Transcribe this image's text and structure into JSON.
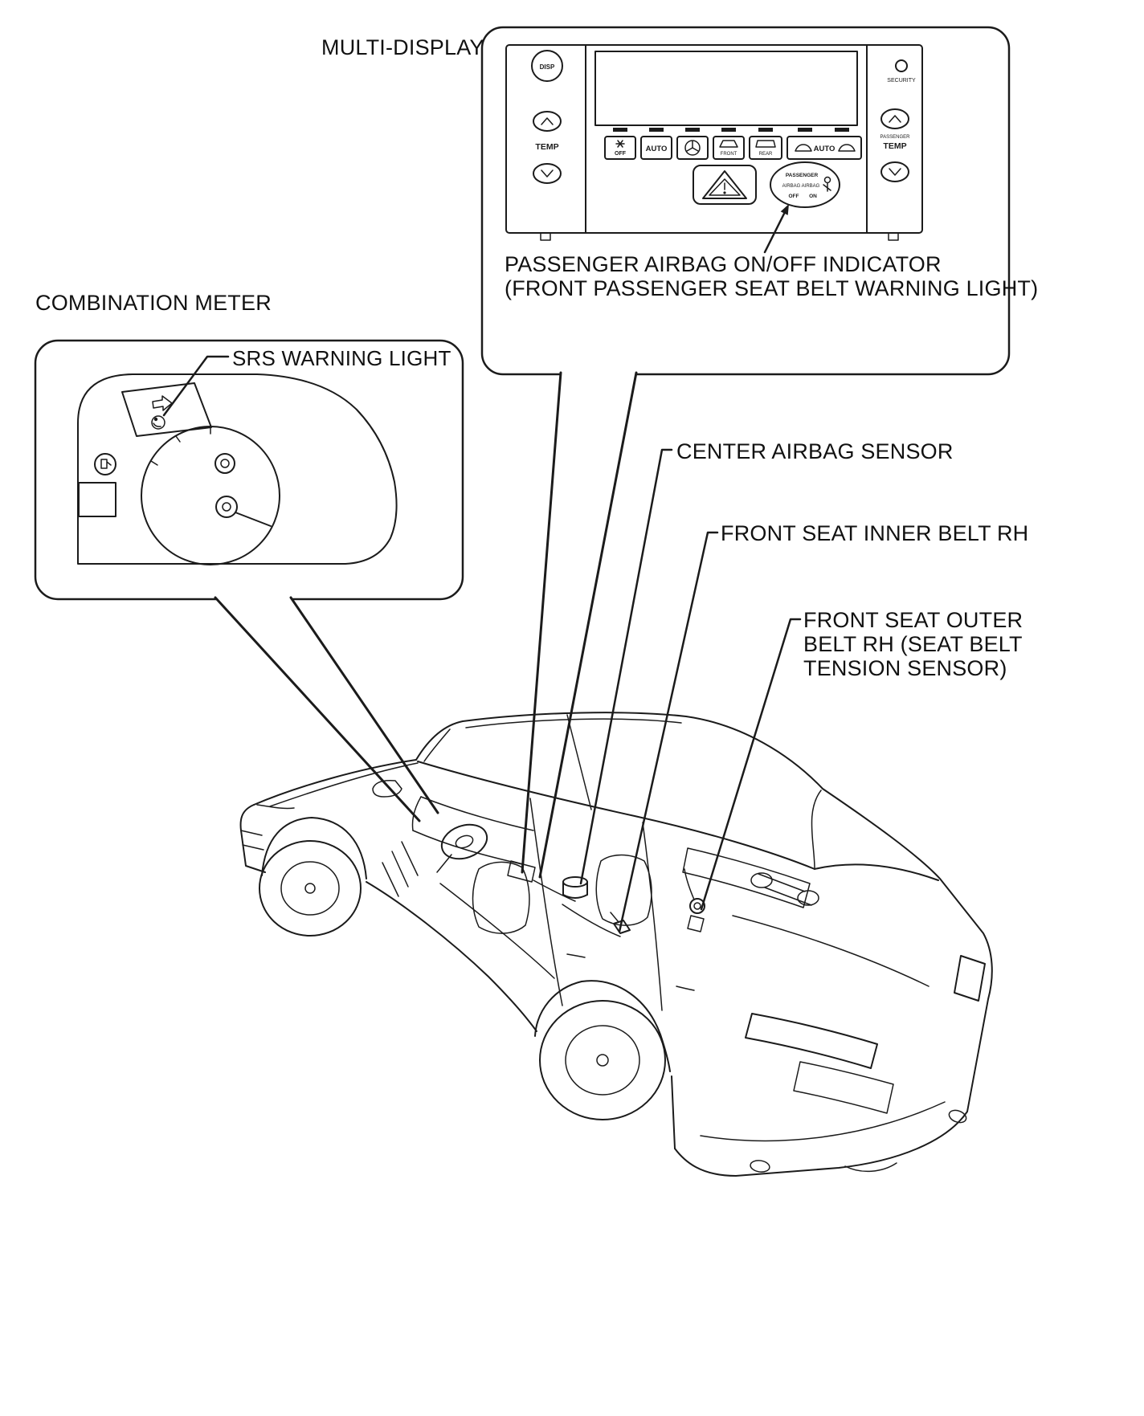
{
  "colors": {
    "line": "#1b1b1b",
    "background": "#ffffff"
  },
  "labels": {
    "multi_display": "MULTI-DISPLAY",
    "combination_meter": "COMBINATION METER",
    "srs_warning_light": "SRS WARNING LIGHT",
    "passenger_airbag_line1": "PASSENGER AIRBAG ON/OFF INDICATOR",
    "passenger_airbag_line2": "(FRONT PASSENGER SEAT BELT WARNING LIGHT)",
    "center_airbag_sensor": "CENTER AIRBAG SENSOR",
    "front_seat_inner_belt": "FRONT SEAT INNER BELT RH",
    "front_seat_outer_line1": "FRONT SEAT OUTER",
    "front_seat_outer_line2": "BELT RH (SEAT BELT",
    "front_seat_outer_line3": "TENSION SENSOR)"
  },
  "panel": {
    "disp": "DISP",
    "security": "SECURITY",
    "temp_left": "TEMP",
    "off": "OFF",
    "auto": "AUTO",
    "front": "FRONT",
    "rear": "REAR",
    "auto2": "AUTO",
    "passenger_small": "PASSENGER",
    "temp_right": "TEMP",
    "ind_passenger": "PASSENGER",
    "ind_airbag1": "AIRBAG",
    "ind_airbag2": "AIRBAG",
    "ind_off": "OFF",
    "ind_on": "ON"
  },
  "icons": {
    "temp_up": "chevron-up",
    "temp_down": "chevron-down",
    "hazard": "warning-triangle",
    "fan": "blower-fan",
    "front_defrost": "windshield-defrost",
    "rear_defrost": "rear-defrost",
    "ac_off": "snowflake",
    "recirculation": "car-auto-car",
    "seatbelt_person": "belted-occupant",
    "srs_airbag": "airbag-occupant",
    "turn_arrow": "outline-arrow"
  }
}
